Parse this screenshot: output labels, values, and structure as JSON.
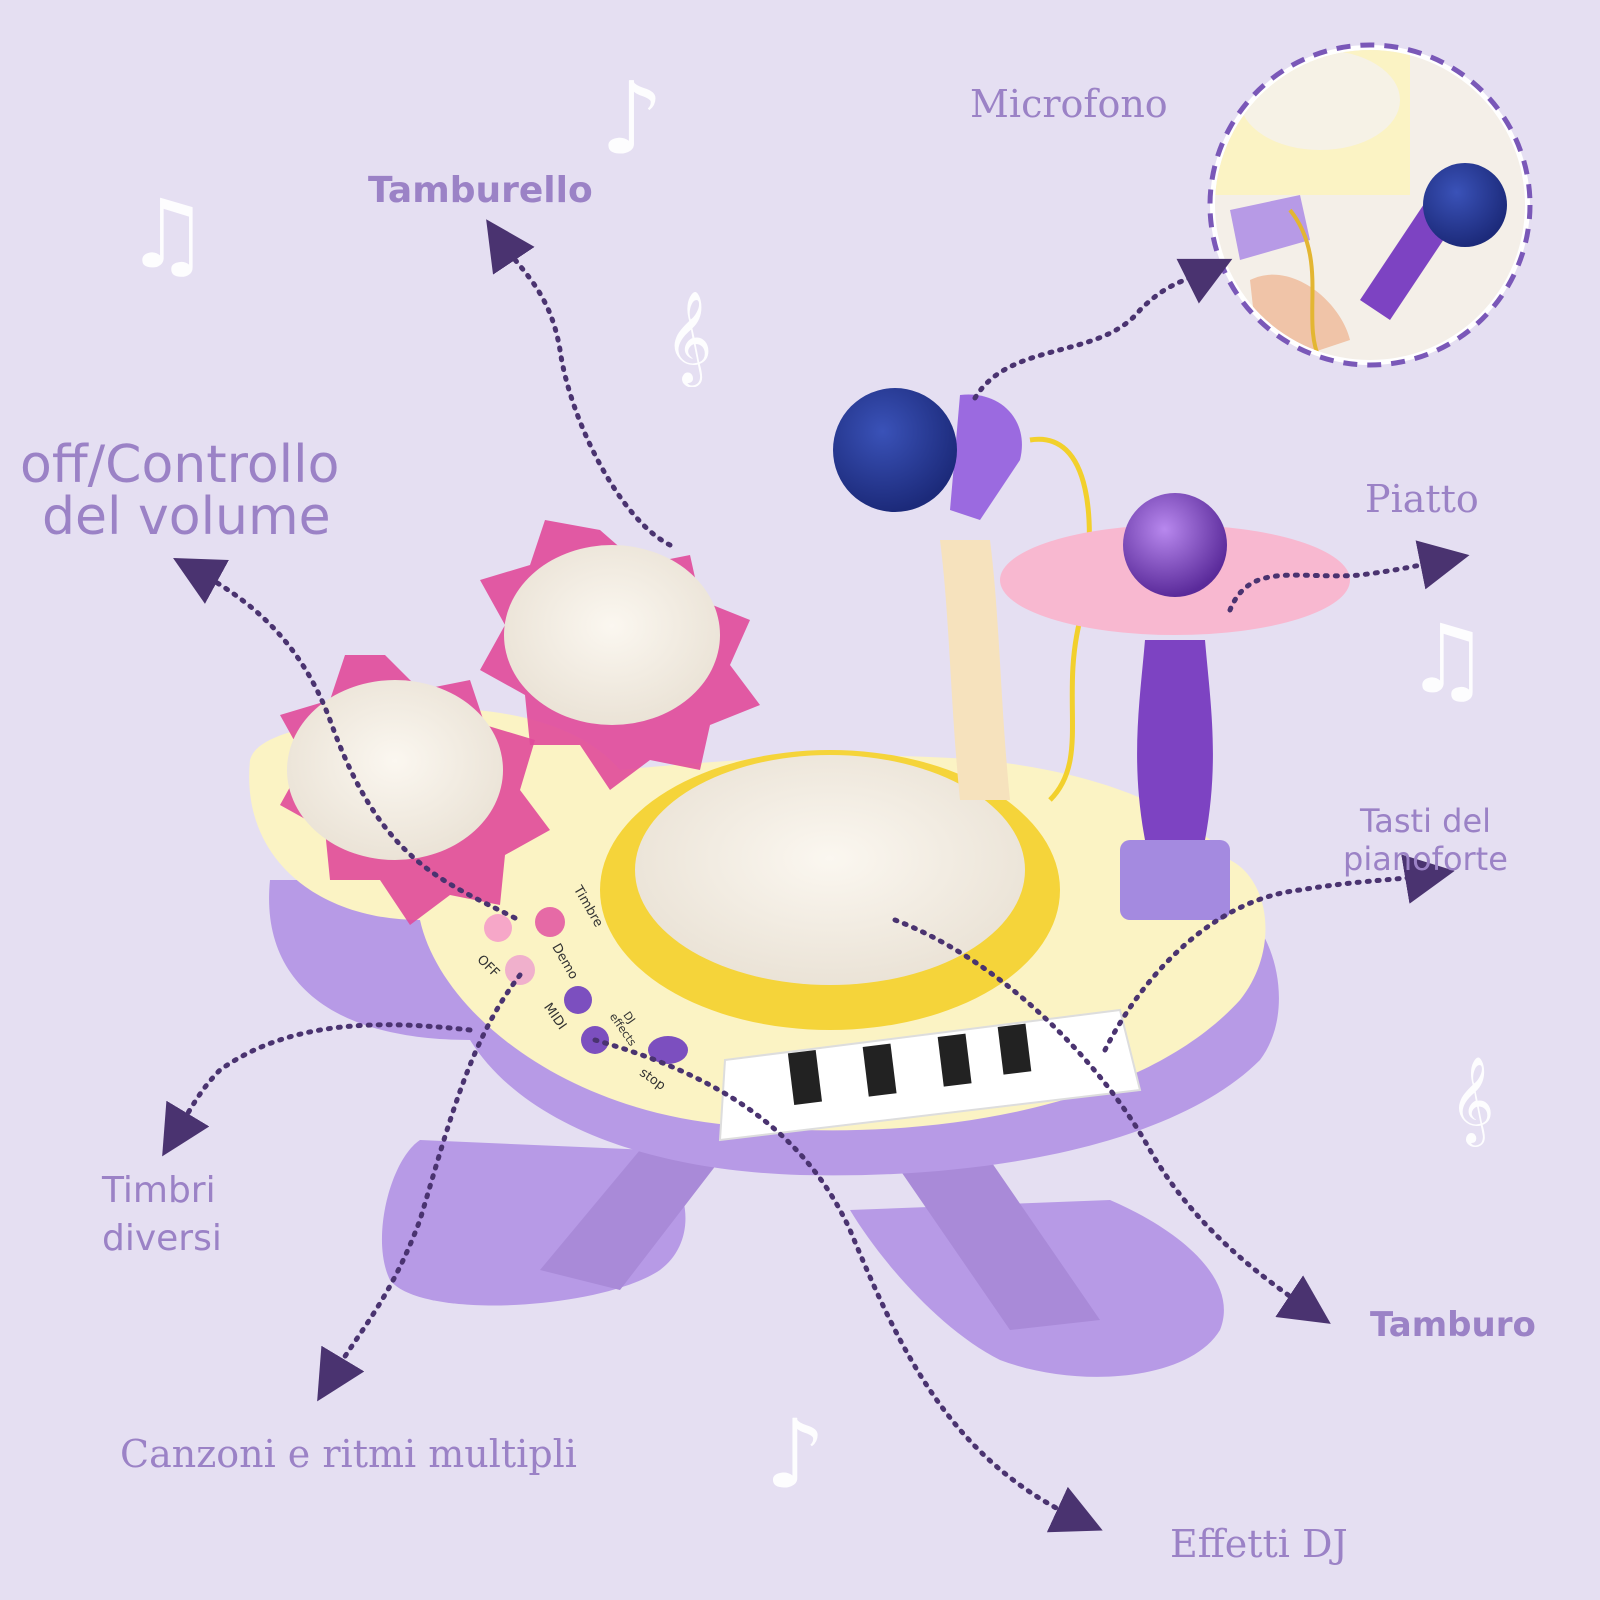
{
  "labels": {
    "tamburello": "Tamburello",
    "microfono": "Microfono",
    "volume_line1": "off/Controllo",
    "volume_line2": "del volume",
    "piatto": "Piatto",
    "tasti_line1": "Tasti del",
    "tasti_line2": "pianoforte",
    "timbri_line1": "Timbri",
    "timbri_line2": "diversi",
    "tamburo": "Tamburo",
    "canzoni": "Canzoni e ritmi multipli",
    "effetti": "Effetti DJ"
  },
  "toy_buttons": {
    "timbre": "Timbre",
    "off": "OFF",
    "demo": "Demo",
    "dj_effects_line1": "DJ",
    "dj_effects_line2": "effects",
    "midi": "MIDI",
    "stop": "stop"
  },
  "colors": {
    "background": "#e5dff2",
    "label_text": "#9b82c6",
    "arrow": "#4a3370",
    "toy_purple": "#b79ae6",
    "toy_yellow": "#fbf3c4",
    "toy_pink": "#e04a9a",
    "drum_face": "#f7f2ea"
  },
  "icons": [
    "music-note-icon",
    "treble-clef-icon"
  ]
}
